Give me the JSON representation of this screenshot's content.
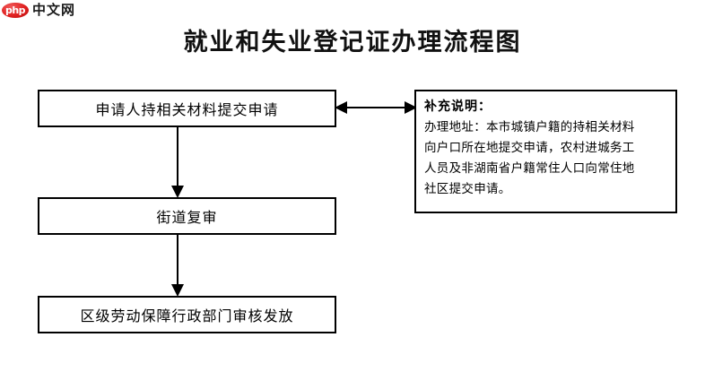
{
  "watermark": {
    "badge_text": "php",
    "site_name": "中文网",
    "badge_color": "#e02020"
  },
  "title": "就业和失业登记证办理流程图",
  "flow": {
    "steps": [
      {
        "id": "apply",
        "label": "申请人持相关材料提交申请"
      },
      {
        "id": "review",
        "label": "街道复审"
      },
      {
        "id": "issue",
        "label": "区级劳动保障行政部门审核发放"
      }
    ],
    "connectors": [
      {
        "id": "apply-review",
        "from": "apply",
        "to": "review",
        "direction": "down",
        "style": "solid-arrow"
      },
      {
        "id": "review-issue",
        "from": "review",
        "to": "issue",
        "direction": "down",
        "style": "solid-arrow"
      },
      {
        "id": "apply-note",
        "from": "apply",
        "to": "note",
        "direction": "horizontal",
        "style": "double-arrow"
      }
    ]
  },
  "note": {
    "title": "补充说明：",
    "lines": [
      "办理地址：本市城镇户籍的持相关材料",
      "向户口所在地提交申请，农村进城务工",
      "人员及非湖南省户籍常住人口向常住地",
      "社区提交申请。"
    ]
  },
  "colors": {
    "stroke": "#000000",
    "background": "#ffffff",
    "text": "#000000"
  }
}
